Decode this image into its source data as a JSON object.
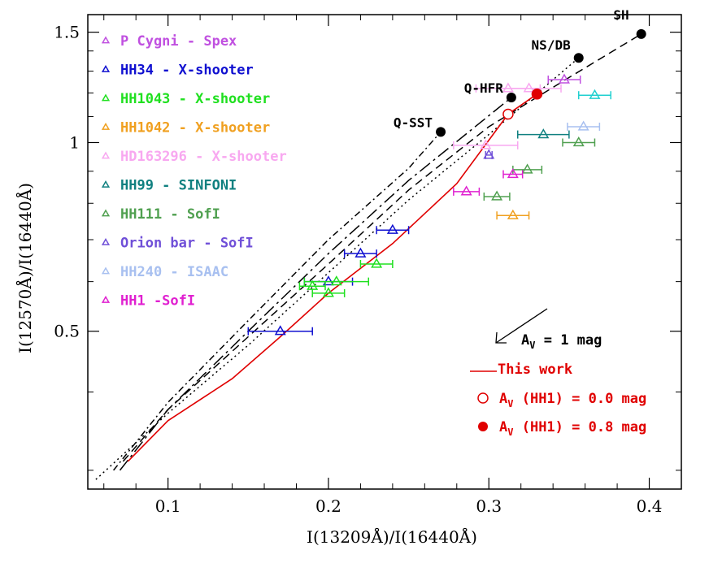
{
  "chart_data": {
    "type": "scatter",
    "xlabel": "I(13209Å)/I(16440Å)",
    "ylabel": "I(12570Å)/I(16440Å)",
    "xlim": [
      0.05,
      0.42
    ],
    "ylim": [
      0.28,
      1.6
    ],
    "y_log": true,
    "x_ticks": [
      0.1,
      0.2,
      0.3,
      0.4
    ],
    "x_tick_labels": [
      "0.1",
      "0.2",
      "0.3",
      "0.4"
    ],
    "y_ticks": [
      0.5,
      1.0,
      1.5
    ],
    "y_tick_labels": [
      "0.5",
      "1",
      "1.5"
    ],
    "grid": false,
    "legend_position": "top-left",
    "series": [
      {
        "name": "P Cygni - Spex",
        "color": "#c050e0",
        "points": [
          {
            "x": 0.347,
            "y": 1.26,
            "xerr": 0.01
          }
        ]
      },
      {
        "name": "HH34 - X-shooter",
        "color": "#1010d0",
        "points": [
          {
            "x": 0.17,
            "y": 0.5,
            "xerr": 0.02
          },
          {
            "x": 0.2,
            "y": 0.6,
            "xerr": 0.015
          },
          {
            "x": 0.22,
            "y": 0.665,
            "xerr": 0.01
          },
          {
            "x": 0.24,
            "y": 0.725,
            "xerr": 0.01
          }
        ]
      },
      {
        "name": "HH1043 - X-shooter",
        "color": "#20e020",
        "points": [
          {
            "x": 0.19,
            "y": 0.59,
            "xerr": 0.008
          },
          {
            "x": 0.2,
            "y": 0.575,
            "xerr": 0.01
          },
          {
            "x": 0.205,
            "y": 0.6,
            "xerr": 0.02
          },
          {
            "x": 0.23,
            "y": 0.64,
            "xerr": 0.01
          }
        ]
      },
      {
        "name": "HH1042 - X-shooter",
        "color": "#f0a020",
        "points": [
          {
            "x": 0.315,
            "y": 0.765,
            "xerr": 0.01
          }
        ]
      },
      {
        "name": "HD163296 - X-shooter",
        "color": "#f8a8f0",
        "points": [
          {
            "x": 0.298,
            "y": 0.99,
            "xerr": 0.02
          },
          {
            "x": 0.312,
            "y": 1.22,
            "xerr": 0.02
          },
          {
            "x": 0.325,
            "y": 1.22,
            "xerr": 0.02
          }
        ]
      },
      {
        "name": "HH99 - SINFONI",
        "color": "#108080",
        "points": [
          {
            "x": 0.334,
            "y": 1.03,
            "xerr": 0.016
          }
        ]
      },
      {
        "name": "HH111 - SofI",
        "color": "#50a050",
        "points": [
          {
            "x": 0.305,
            "y": 0.82,
            "xerr": 0.008
          },
          {
            "x": 0.324,
            "y": 0.905,
            "xerr": 0.009
          },
          {
            "x": 0.356,
            "y": 1.0,
            "xerr": 0.01
          }
        ]
      },
      {
        "name": "Orion bar - SofI",
        "color": "#7050d8",
        "points": [
          {
            "x": 0.3,
            "y": 0.955,
            "xerr": 0.002
          }
        ]
      },
      {
        "name": "HH240 - ISAAC",
        "color": "#a8c0f0",
        "points": [
          {
            "x": 0.359,
            "y": 1.06,
            "xerr": 0.01
          }
        ]
      },
      {
        "name": "HH1 -SofI",
        "color": "#e020d0",
        "points": [
          {
            "x": 0.286,
            "y": 0.835,
            "xerr": 0.008
          },
          {
            "x": 0.315,
            "y": 0.89,
            "xerr": 0.006
          }
        ]
      },
      {
        "name": "",
        "color": "#20d0d0",
        "points": [
          {
            "x": 0.366,
            "y": 1.19,
            "xerr": 0.01
          }
        ]
      }
    ],
    "models": [
      {
        "label": "SH",
        "x": 0.395,
        "y": 1.49
      },
      {
        "label": "NS/DB",
        "x": 0.356,
        "y": 1.365
      },
      {
        "label": "Q-HFR",
        "x": 0.314,
        "y": 1.18
      },
      {
        "label": "Q-SST",
        "x": 0.27,
        "y": 1.04
      }
    ],
    "model_curves": [
      {
        "style": "dashed",
        "points": [
          [
            0.072,
            0.31
          ],
          [
            0.1,
            0.375
          ],
          [
            0.15,
            0.49
          ],
          [
            0.2,
            0.64
          ],
          [
            0.25,
            0.84
          ],
          [
            0.3,
            1.06
          ],
          [
            0.35,
            1.27
          ],
          [
            0.395,
            1.49
          ]
        ]
      },
      {
        "style": "dotted",
        "points": [
          [
            0.055,
            0.29
          ],
          [
            0.1,
            0.37
          ],
          [
            0.15,
            0.475
          ],
          [
            0.2,
            0.62
          ],
          [
            0.25,
            0.81
          ],
          [
            0.3,
            1.03
          ],
          [
            0.356,
            1.365
          ]
        ]
      },
      {
        "style": "longdash-dot",
        "points": [
          [
            0.07,
            0.3
          ],
          [
            0.1,
            0.375
          ],
          [
            0.15,
            0.5
          ],
          [
            0.2,
            0.665
          ],
          [
            0.25,
            0.87
          ],
          [
            0.314,
            1.18
          ]
        ]
      },
      {
        "style": "dash-dot",
        "points": [
          [
            0.066,
            0.3
          ],
          [
            0.1,
            0.385
          ],
          [
            0.15,
            0.52
          ],
          [
            0.2,
            0.7
          ],
          [
            0.25,
            0.91
          ],
          [
            0.27,
            1.04
          ]
        ]
      }
    ],
    "this_work_curve": {
      "color": "#e00000",
      "points": [
        [
          0.075,
          0.31
        ],
        [
          0.1,
          0.36
        ],
        [
          0.14,
          0.42
        ],
        [
          0.17,
          0.49
        ],
        [
          0.2,
          0.575
        ],
        [
          0.24,
          0.69
        ],
        [
          0.28,
          0.86
        ],
        [
          0.312,
          1.11
        ],
        [
          0.33,
          1.195
        ]
      ]
    },
    "hh1_points": [
      {
        "label": "A_V (HH1) = 0.0 mag",
        "x": 0.312,
        "y": 1.11,
        "filled": false
      },
      {
        "label": "A_V (HH1) = 0.8 mag",
        "x": 0.33,
        "y": 1.195,
        "filled": true
      }
    ],
    "annotations": {
      "extinction_arrow": {
        "label_prefix": "A",
        "label_sub": "V",
        "label_suffix": " = 1 mag"
      },
      "this_work_label": "This work",
      "hh1_open_prefix": "A",
      "hh1_open_sub": "V",
      "hh1_open_suffix": " (HH1) = 0.0 mag",
      "hh1_filled_prefix": "A",
      "hh1_filled_sub": "V",
      "hh1_filled_suffix": " (HH1) = 0.8 mag"
    },
    "colors": {
      "this_work": "#e00000",
      "axes": "#000000"
    }
  }
}
